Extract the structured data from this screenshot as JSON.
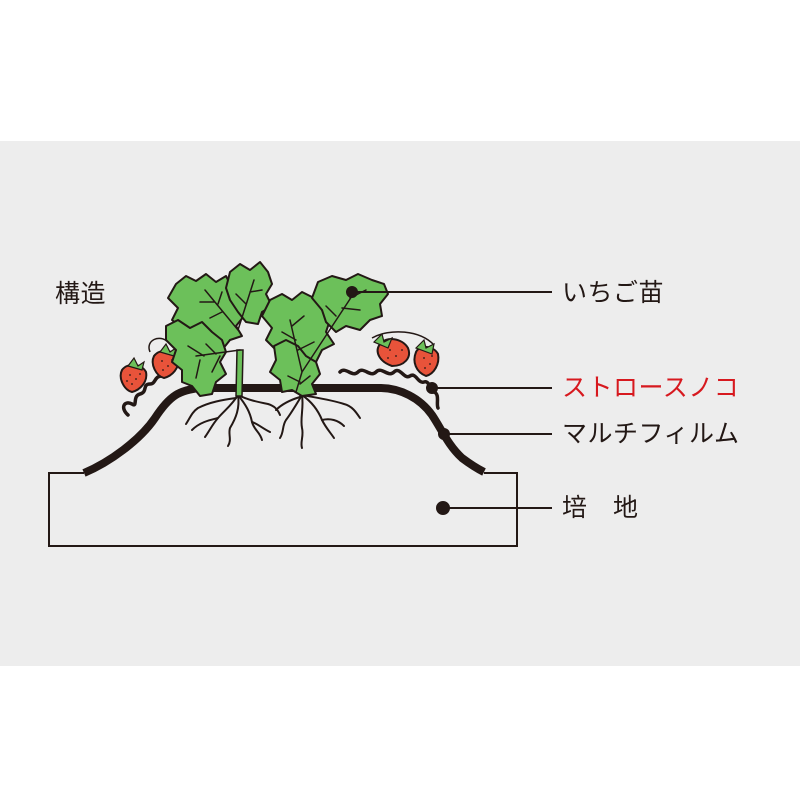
{
  "diagram": {
    "title": "構造",
    "labels": {
      "seedling": "いちご苗",
      "straw_slat": "ストロースノコ",
      "mulch_film": "マルチフィルム",
      "medium": "培　地"
    },
    "colors": {
      "background_panel": "#ededed",
      "line": "#231815",
      "leaf": "#6cc05a",
      "strawberry": "#e8533a",
      "accent_label": "#d7191f"
    }
  }
}
